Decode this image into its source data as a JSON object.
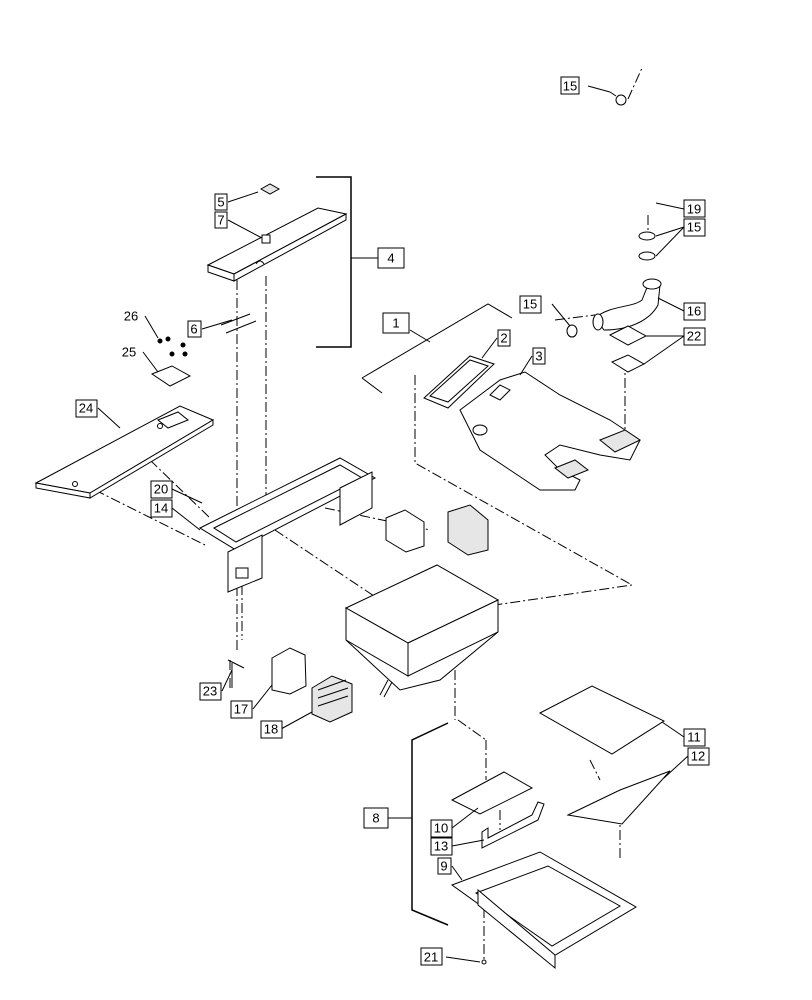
{
  "callouts": [
    {
      "id": "c1",
      "label": "1"
    },
    {
      "id": "c2",
      "label": "2"
    },
    {
      "id": "c3",
      "label": "3"
    },
    {
      "id": "c4",
      "label": "4"
    },
    {
      "id": "c5",
      "label": "5"
    },
    {
      "id": "c6",
      "label": "6"
    },
    {
      "id": "c7",
      "label": "7"
    },
    {
      "id": "c8",
      "label": "8"
    },
    {
      "id": "c9",
      "label": "9"
    },
    {
      "id": "c10",
      "label": "10"
    },
    {
      "id": "c11",
      "label": "11"
    },
    {
      "id": "c12",
      "label": "12"
    },
    {
      "id": "c13",
      "label": "13"
    },
    {
      "id": "c14",
      "label": "14"
    },
    {
      "id": "c15a",
      "label": "15"
    },
    {
      "id": "c15b",
      "label": "15"
    },
    {
      "id": "c15c",
      "label": "15"
    },
    {
      "id": "c16",
      "label": "16"
    },
    {
      "id": "c17",
      "label": "17"
    },
    {
      "id": "c18",
      "label": "18"
    },
    {
      "id": "c19",
      "label": "19"
    },
    {
      "id": "c20",
      "label": "20"
    },
    {
      "id": "c21",
      "label": "21"
    },
    {
      "id": "c22",
      "label": "22"
    },
    {
      "id": "c23",
      "label": "23"
    },
    {
      "id": "c24",
      "label": "24"
    },
    {
      "id": "c25",
      "label": "25"
    },
    {
      "id": "c26",
      "label": "26"
    }
  ]
}
